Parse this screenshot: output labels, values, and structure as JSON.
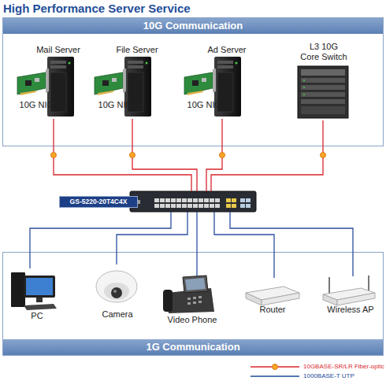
{
  "diagram": {
    "title": "High Performance Server Service",
    "nodes": [
      {
        "text": [
          "10G Communication"
        ]
      },
      {
        "text": [
          "Mail Server",
          "10G NIC"
        ],
        "in": 0
      },
      {
        "text": [
          "File Server",
          "10G NIC"
        ],
        "in": 0
      },
      {
        "text": [
          "Ad Server",
          "10G NIC"
        ],
        "in": 0
      },
      {
        "text": [
          "L3 10G Core Switch"
        ],
        "in": 0
      },
      {
        "text": [
          "GS-5220-20T4C4X"
        ]
      },
      {
        "text": [
          "1G Communication"
        ]
      },
      {
        "text": [
          "PC"
        ],
        "in": 6
      },
      {
        "text": [
          "Camera"
        ],
        "in": 6
      },
      {
        "text": [
          "Video Phone"
        ],
        "in": 6
      },
      {
        "text": [
          "Router"
        ],
        "in": 6
      },
      {
        "text": [
          "Wireless AP"
        ],
        "in": 6
      }
    ],
    "edges": [
      {
        "from": 1,
        "to": 5,
        "arrow": "none"
      },
      {
        "from": 2,
        "to": 5,
        "arrow": "none"
      },
      {
        "from": 3,
        "to": 5,
        "arrow": "none"
      },
      {
        "from": 4,
        "to": 5,
        "arrow": "none"
      },
      {
        "from": 5,
        "to": 7,
        "arrow": "none"
      },
      {
        "from": 5,
        "to": 8,
        "arrow": "none"
      },
      {
        "from": 5,
        "to": 9,
        "arrow": "none"
      },
      {
        "from": 5,
        "to": 10,
        "arrow": "none"
      },
      {
        "from": 5,
        "to": 11,
        "arrow": "none"
      }
    ],
    "legend": [
      {
        "text": "10GBASE-SR/LR Fiber-optic"
      },
      {
        "text": "1000BASE-T UTP"
      }
    ]
  }
}
